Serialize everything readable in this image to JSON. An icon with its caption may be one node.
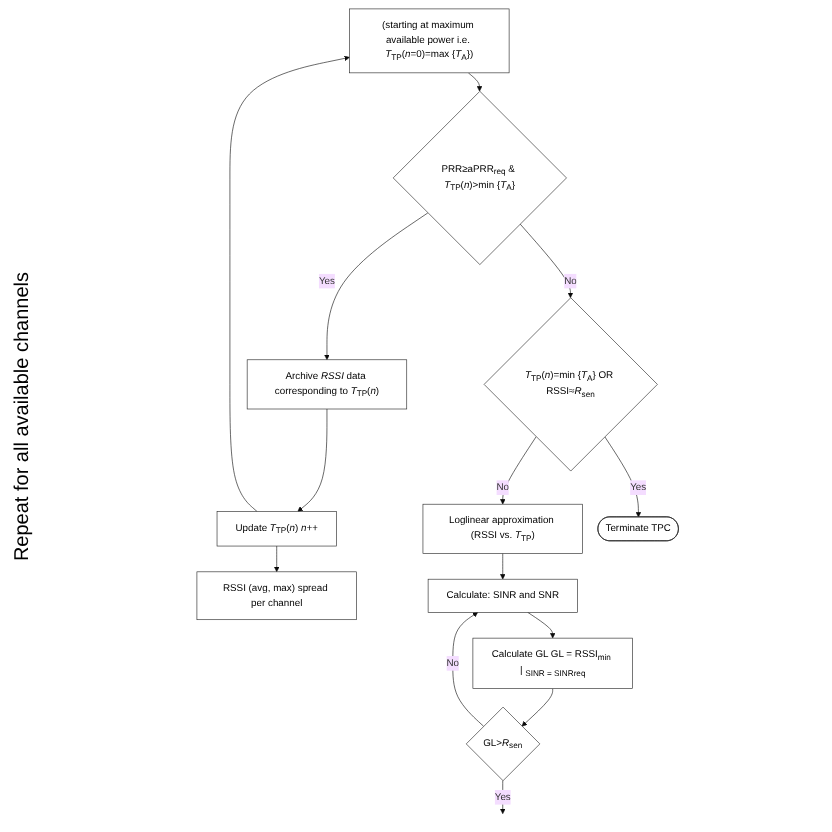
{
  "diagram": {
    "nodes": [
      {
        "text": [
          "(starting at maximum available power i.e. *T*$_{TP}$(*n*=0)=max {*T*$_{A}$})"
        ]
      },
      {
        "text": [
          "PRR≥aPRR$_{req}$ & *T*$_{TP}$(*n*)>min {*T*$_{A}$}"
        ]
      },
      {
        "text": [
          "Archive *RSSI* data corresponding to *T*$_{TP}$(*n*)"
        ]
      },
      {
        "text": [
          "Update *T*$_{TP}$(*n*) *n*++"
        ]
      },
      {
        "text": [
          "RSSI (avg, max) spread per channel"
        ]
      },
      {
        "text": [
          "Loglinear approximation (RSSI vs. *T*$_{TP}$)"
        ]
      },
      {
        "text": [
          "Calculate: SINR and SNR"
        ]
      },
      {
        "text": [
          "Calculate GL GL = RSSI$_{min}$ | $_{SINR = SINRreq}$"
        ]
      },
      {
        "text": [
          "GL>*R*$_{sen}$"
        ]
      },
      {
        "text": [
          "*T*$_{TP}$(*n*)=min {*T*$_{A}$} OR RSSI≈*R*$_{sen}$"
        ]
      },
      {
        "text": [
          "Terminate TPC"
        ]
      }
    ],
    "edges": [
      {
        "from": 0,
        "to": 1,
        "arrow": "to"
      },
      {
        "from": 1,
        "to": 2,
        "label": "Yes",
        "arrow": "to"
      },
      {
        "from": 2,
        "to": 3,
        "arrow": "to"
      },
      {
        "from": 3,
        "to": 0,
        "arrow": "to"
      },
      {
        "from": 3,
        "to": 4,
        "arrow": "to"
      },
      {
        "from": 1,
        "to": 9,
        "label": "No",
        "arrow": "to"
      },
      {
        "from": 9,
        "to": 10,
        "label": "Yes",
        "arrow": "to"
      },
      {
        "from": 9,
        "to": 5,
        "label": "No",
        "arrow": "to"
      },
      {
        "from": 5,
        "to": 6,
        "arrow": "to"
      },
      {
        "from": 6,
        "to": 7,
        "arrow": "to"
      },
      {
        "from": 7,
        "to": 8,
        "arrow": "to"
      },
      {
        "from": 8,
        "to": 6,
        "label": "No",
        "arrow": "to"
      },
      {
        "from": 8,
        "to": null,
        "label": "Yes",
        "arrow": "to"
      }
    ],
    "labels": [
      "Repeat for all available channels"
    ]
  }
}
